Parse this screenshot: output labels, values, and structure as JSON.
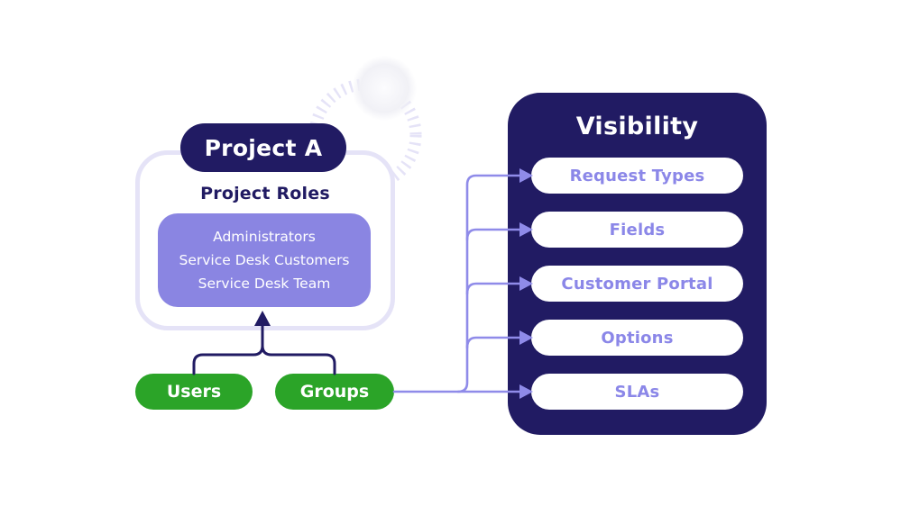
{
  "colors": {
    "navy": "#211b63",
    "periwinkle": "#8a85e2",
    "lavender": "#e5e3f7",
    "green": "#2ba428",
    "connector": "#8f8be9",
    "pill_text": "#8b87e8",
    "white": "#ffffff"
  },
  "project": {
    "title": "Project A",
    "roles_heading": "Project Roles",
    "roles": [
      "Administrators",
      "Service Desk Customers",
      "Service Desk Team"
    ]
  },
  "sources": {
    "users": "Users",
    "groups": "Groups"
  },
  "visibility": {
    "title": "Visibility",
    "items": [
      {
        "label": "Request Types"
      },
      {
        "label": "Fields"
      },
      {
        "label": "Customer Portal"
      },
      {
        "label": "Options"
      },
      {
        "label": "SLAs"
      }
    ]
  }
}
